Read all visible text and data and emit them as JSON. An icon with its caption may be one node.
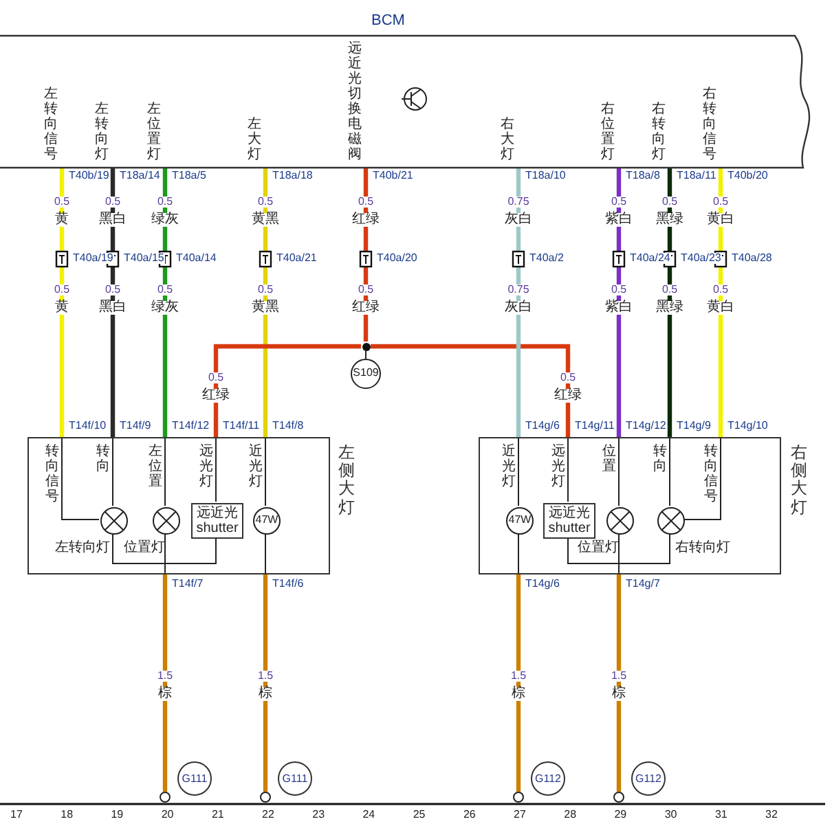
{
  "diagram": {
    "nodes": [
      {
        "text": [
          "BCM",
          "左转向信号",
          "左转向灯",
          "左位置灯",
          "左大灯",
          "远近光切换电磁阀",
          "右大灯",
          "右位置灯",
          "右转向灯",
          "右转向信号"
        ]
      },
      {
        "text": [
          "转向信号",
          "转向",
          "左位置",
          "远光灯",
          "近光灯",
          "左侧大灯"
        ]
      },
      {
        "text": [],
        "shape": "circle",
        "in": 1,
        "beside": [
          "左转向灯"
        ]
      },
      {
        "text": [],
        "shape": "circle",
        "in": 1,
        "beside": [
          "位置灯"
        ]
      },
      {
        "text": [
          "远近光 shutter"
        ],
        "in": 1
      },
      {
        "text": [
          "47W"
        ],
        "in": 1
      },
      {
        "text": [
          "近光灯",
          "远光灯",
          "位置",
          "转向",
          "转向信号",
          "右侧大灯"
        ]
      },
      {
        "text": [
          "47W"
        ],
        "in": 6
      },
      {
        "text": [
          "远近光 shutter"
        ],
        "in": 6
      },
      {
        "text": [],
        "shape": "circle",
        "in": 6,
        "beside": [
          "位置灯"
        ]
      },
      {
        "text": [],
        "shape": "circle",
        "in": 6,
        "beside": [
          "右转向灯"
        ]
      },
      {
        "text": [],
        "shape": "circle"
      },
      {
        "text": [
          "S109"
        ]
      },
      {
        "text": [],
        "shape": "circle",
        "beside": [
          "G111"
        ]
      },
      {
        "text": [],
        "shape": "circle",
        "beside": [
          "G111"
        ]
      },
      {
        "text": [],
        "shape": "circle",
        "beside": [
          "G112"
        ]
      },
      {
        "text": [],
        "shape": "circle",
        "beside": [
          "G112"
        ]
      }
    ],
    "edges": [
      {
        "from": 0,
        "to": 1,
        "arrow": "none",
        "style": "thick",
        "color": "#f2f200"
      },
      {
        "from": 0,
        "to": 1,
        "arrow": "none",
        "style": "thick",
        "color": "#2a2a2a"
      },
      {
        "from": 0,
        "to": 1,
        "arrow": "none",
        "style": "thick",
        "color": "#1c9a1c"
      },
      {
        "from": 0,
        "to": 1,
        "arrow": "none",
        "style": "thick",
        "color": "#e2d400"
      },
      {
        "from": 0,
        "to": 11,
        "arrow": "none",
        "style": "thick",
        "color": "#d83a10"
      },
      {
        "from": 11,
        "to": 1,
        "arrow": "none",
        "style": "thick",
        "color": "#d83a10"
      },
      {
        "from": 11,
        "to": 6,
        "arrow": "none",
        "style": "thick",
        "color": "#d83a10"
      },
      {
        "from": 11,
        "to": 12,
        "arrow": "none"
      },
      {
        "from": 0,
        "to": 6,
        "arrow": "none",
        "style": "thick",
        "color": "#9fc8c8"
      },
      {
        "from": 0,
        "to": 6,
        "arrow": "none",
        "style": "thick",
        "color": "#7b2fc9"
      },
      {
        "from": 0,
        "to": 6,
        "arrow": "none",
        "style": "thick",
        "color": "#0b2a0b"
      },
      {
        "from": 0,
        "to": 6,
        "arrow": "none",
        "style": "thick",
        "color": "#f2f200"
      },
      {
        "from": 1,
        "to": 2,
        "arrow": "none"
      },
      {
        "from": 1,
        "to": 2,
        "arrow": "none"
      },
      {
        "from": 1,
        "to": 3,
        "arrow": "none"
      },
      {
        "from": 1,
        "to": 4,
        "arrow": "none"
      },
      {
        "from": 1,
        "to": 5,
        "arrow": "none"
      },
      {
        "from": 2,
        "to": 4,
        "arrow": "none"
      },
      {
        "from": 3,
        "to": 1,
        "arrow": "none"
      },
      {
        "from": 5,
        "to": 1,
        "arrow": "none"
      },
      {
        "from": 1,
        "to": 13,
        "arrow": "none",
        "style": "thick",
        "color": "#cc8000"
      },
      {
        "from": 1,
        "to": 14,
        "arrow": "none",
        "style": "thick",
        "color": "#cc8000"
      },
      {
        "from": 6,
        "to": 7,
        "arrow": "none"
      },
      {
        "from": 6,
        "to": 8,
        "arrow": "none"
      },
      {
        "from": 6,
        "to": 9,
        "arrow": "none"
      },
      {
        "from": 6,
        "to": 10,
        "arrow": "none"
      },
      {
        "from": 6,
        "to": 10,
        "arrow": "none"
      },
      {
        "from": 10,
        "to": 8,
        "arrow": "none"
      },
      {
        "from": 7,
        "to": 6,
        "arrow": "none"
      },
      {
        "from": 9,
        "to": 6,
        "arrow": "none"
      },
      {
        "from": 6,
        "to": 15,
        "arrow": "none",
        "style": "thick",
        "color": "#cc8000"
      },
      {
        "from": 6,
        "to": 16,
        "arrow": "none",
        "style": "thick",
        "color": "#cc8000"
      }
    ],
    "labels": [
      "T40b/19",
      "T18a/14",
      "T18a/5",
      "T18a/18",
      "T40b/21",
      "T18a/10",
      "T18a/8",
      "T18a/11",
      "T40b/20",
      "0.5",
      "0.5",
      "0.5",
      "0.5",
      "0.5",
      "0.75",
      "0.5",
      "0.5",
      "0.5",
      "黄",
      "黑白",
      "绿灰",
      "黄黑",
      "红绿",
      "灰白",
      "紫白",
      "黑绿",
      "黄白",
      "T40a/19",
      "T40a/15",
      "T40a/14",
      "T40a/21",
      "T40a/20",
      "T40a/2",
      "T40a/24",
      "T40a/23",
      "T40a/28",
      "0.5",
      "0.5",
      "0.5",
      "0.5",
      "0.5",
      "0.75",
      "0.5",
      "0.5",
      "0.5",
      "黄",
      "黑白",
      "绿灰",
      "黄黑",
      "红绿",
      "灰白",
      "紫白",
      "黑绿",
      "黄白",
      "0.5",
      "0.5",
      "红绿",
      "红绿",
      "T14f/10",
      "T14f/9",
      "T14f/12",
      "T14f/11",
      "T14f/8",
      "T14g/6",
      "T14g/11",
      "T14g/12",
      "T14g/9",
      "T14g/10",
      "T14f/7",
      "T14f/6",
      "T14g/6",
      "T14g/7",
      "1.5",
      "1.5",
      "1.5",
      "1.5",
      "棕",
      "棕",
      "棕",
      "棕",
      "17",
      "18",
      "19",
      "20",
      "21",
      "22",
      "23",
      "24",
      "25",
      "26",
      "27",
      "28",
      "29",
      "30",
      "31",
      "32"
    ]
  }
}
